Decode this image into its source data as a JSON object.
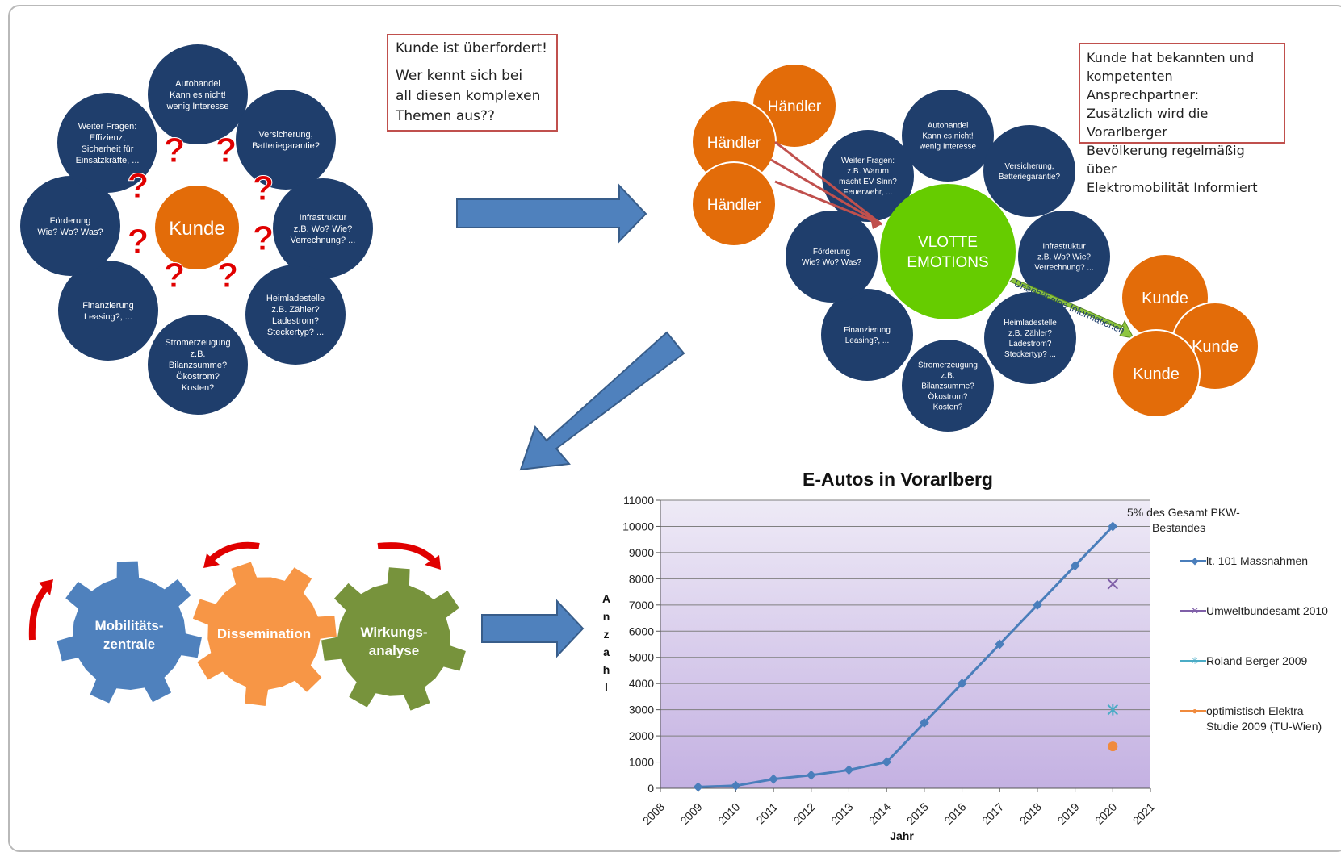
{
  "left_diagram": {
    "center": "Kunde",
    "bubbles": [
      [
        "Autohandel",
        "Kann es nicht!",
        "wenig Interesse"
      ],
      [
        "Versicherung,",
        "Batteriegarantie?"
      ],
      [
        "Infrastruktur",
        "z.B. Wo? Wie?",
        "Verrechnung? ..."
      ],
      [
        "Heimladestelle",
        "z.B. Zähler?",
        "Ladestrom?",
        "Steckertyp? ..."
      ],
      [
        "Stromerzeugung",
        "z.B.",
        "Bilanzsumme?",
        "Ökostrom?",
        "Kosten?"
      ],
      [
        "Finanzierung",
        "Leasing?, ..."
      ],
      [
        "Förderung",
        "Wie? Wo? Was?"
      ],
      [
        "Weiter Fragen:",
        "Effizienz,",
        "Sicherheit für",
        "Einsatzkräfte, ..."
      ]
    ],
    "question_mark": "?"
  },
  "callout_overwhelmed": {
    "line1": "Kunde ist überfordert!",
    "line2": "Wer kennt sich bei",
    "line3": "all diesen komplexen",
    "line4": "Themen aus??"
  },
  "right_diagram": {
    "center_line1": "VLOTTE",
    "center_line2": "EMOTIONS",
    "bubbles": [
      [
        "Autohandel",
        "Kann es nicht!",
        "wenig Interesse"
      ],
      [
        "Versicherung,",
        "Batteriegarantie?"
      ],
      [
        "Infrastruktur",
        "z.B. Wo? Wie?",
        "Verrechnung? ..."
      ],
      [
        "Heimladestelle",
        "z.B. Zähler?",
        "Ladestrom?",
        "Steckertyp? ..."
      ],
      [
        "Stromerzeugung",
        "z.B.",
        "Bilanzsumme?",
        "Ökostrom?",
        "Kosten?"
      ],
      [
        "Finanzierung",
        "Leasing?, ..."
      ],
      [
        "Förderung",
        "Wie? Wo? Was?"
      ],
      [
        "Weiter Fragen:",
        "z.B. Warum",
        "macht EV Sinn?",
        "Feuerwehr, ..."
      ]
    ],
    "dealers": [
      "Händler",
      "Händler",
      "Händler"
    ],
    "customers": [
      "Kunde",
      "Kunde",
      "Kunde"
    ],
    "arrow_label": "Unabhängige Informationen"
  },
  "callout_contact": {
    "line1": "Kunde hat bekannten und",
    "line2": "kompetenten Ansprechpartner:",
    "line3": "Zusätzlich wird die Vorarlberger",
    "line4": "Bevölkerung regelmäßig über",
    "line5": "Elektromobilität Informiert"
  },
  "gears": [
    {
      "line1": "Mobilitäts-",
      "line2": "zentrale",
      "color": "#4f81bd"
    },
    {
      "line1": "Dissemination",
      "line2": "",
      "color": "#f79646"
    },
    {
      "line1": "Wirkungs-",
      "line2": "analyse",
      "color": "#77933c"
    }
  ],
  "colors": {
    "navy": "#1f3e6c",
    "orange": "#e36c09",
    "green": "#66cc00",
    "red": "#e00000",
    "arrow_blue": "#4f81bd",
    "callout_border": "#c0504d",
    "plot_top": "#eeeaf6",
    "plot_bottom": "#c4b1e2",
    "series_blue": "#4a7ebb",
    "series_purple": "#7f5fa8",
    "series_teal": "#4bacc6",
    "series_orange": "#f08a3c"
  },
  "chart_data": {
    "type": "line",
    "title": "E-Autos in Vorarlberg",
    "xlabel": "Jahr",
    "ylabel": "Anzahl",
    "xlim": [
      2008,
      2021
    ],
    "ylim": [
      0,
      11000
    ],
    "x_ticks": [
      "2008",
      "2009",
      "2010",
      "2011",
      "2012",
      "2013",
      "2014",
      "2015",
      "2016",
      "2017",
      "2018",
      "2019",
      "2020",
      "2021"
    ],
    "y_ticks": [
      "0",
      "1000",
      "2000",
      "3000",
      "4000",
      "5000",
      "6000",
      "7000",
      "8000",
      "9000",
      "10000",
      "11000"
    ],
    "grid": true,
    "legend": "right",
    "series": [
      {
        "name": "lt. 101 Massnahmen",
        "marker": "diamond",
        "x": [
          2009,
          2010,
          2011,
          2012,
          2013,
          2014,
          2015,
          2016,
          2017,
          2018,
          2019,
          2020
        ],
        "y": [
          50,
          100,
          350,
          500,
          700,
          1000,
          2500,
          4000,
          5500,
          7000,
          8500,
          10000
        ]
      },
      {
        "name": "Umweltbundesamt 2010",
        "marker": "x",
        "x": [
          2020
        ],
        "y": [
          7800
        ]
      },
      {
        "name": "Roland Berger 2009",
        "marker": "star",
        "x": [
          2020
        ],
        "y": [
          3000
        ]
      },
      {
        "name": "optimistisch Elektra Studie 2009 (TU-Wien)",
        "marker": "circle",
        "x": [
          2020
        ],
        "y": [
          1600
        ]
      }
    ],
    "annotation": {
      "line1": "5% des Gesamt PKW-",
      "line2": "Bestandes"
    }
  }
}
